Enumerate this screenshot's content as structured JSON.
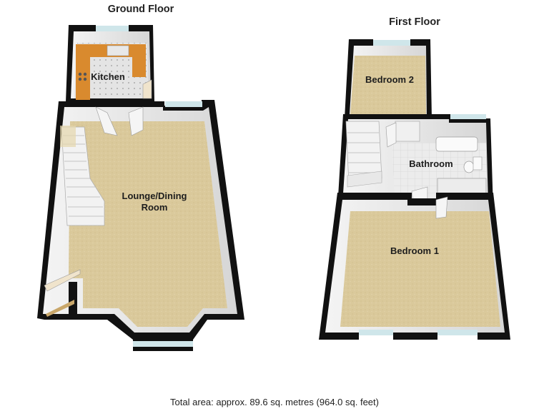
{
  "floors": {
    "ground": {
      "title": "Ground Floor",
      "rooms": {
        "kitchen": "Kitchen",
        "lounge_line1": "Lounge/Dining",
        "lounge_line2": "Room"
      }
    },
    "first": {
      "title": "First Floor",
      "rooms": {
        "bedroom2": "Bedroom 2",
        "bathroom": "Bathroom",
        "bedroom1": "Bedroom 1"
      }
    }
  },
  "footer": {
    "total_area": "Total area: approx. 89.6 sq. metres (964.0 sq. feet)"
  },
  "colors": {
    "carpet": "#d9c89a",
    "kitchen_counter": "#d98a2e",
    "kitchen_floor": "#dcdcdc",
    "wall": "#111111",
    "window": "#cfe6ea"
  }
}
